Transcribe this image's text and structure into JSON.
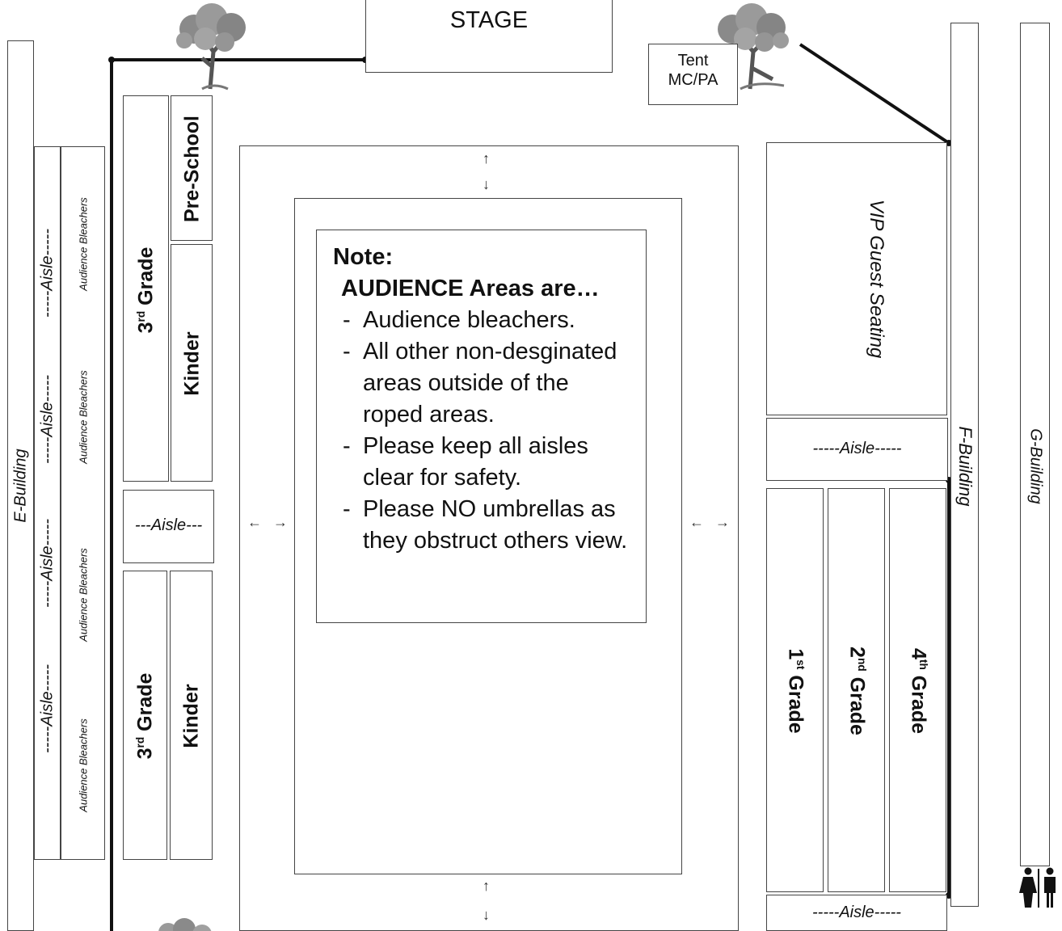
{
  "stage": "STAGE",
  "tent": [
    "Tent",
    "MC/PA"
  ],
  "buildings": {
    "e": "E-Building",
    "f": "F-Building",
    "g": "G-Building"
  },
  "left": {
    "aisle_labels": [
      "-----Aisle-----",
      "-----Aisle-----",
      "-----Aisle-----",
      "-----Aisle-----"
    ],
    "bleacher_label": "Audience Bleachers",
    "middle_aisle": "---Aisle---",
    "upper": {
      "grade_a": "3rd Grade",
      "grade_b": "Kinder",
      "preschool": "Pre-School"
    },
    "lower": {
      "grade_a": "3rd Grade",
      "grade_b": "Kinder"
    }
  },
  "right": {
    "vip": "VIP Guest Seating",
    "aisle_top": "-----Aisle-----",
    "aisle_bottom": "-----Aisle-----",
    "grades": [
      "1st Grade",
      "2nd Grade",
      "4th Grade"
    ]
  },
  "note": {
    "title": "Note:",
    "subtitle": "AUDIENCE Areas are…",
    "items": [
      "Audience bleachers.",
      "All other non-desginated areas outside of the roped areas.",
      "Please keep all aisles clear for safety.",
      "Please NO umbrellas as they obstruct others view."
    ]
  },
  "icons": [
    "tree-icon",
    "arrow-up-icon",
    "arrow-down-icon",
    "arrow-left-icon",
    "arrow-right-icon",
    "restroom-icon"
  ]
}
